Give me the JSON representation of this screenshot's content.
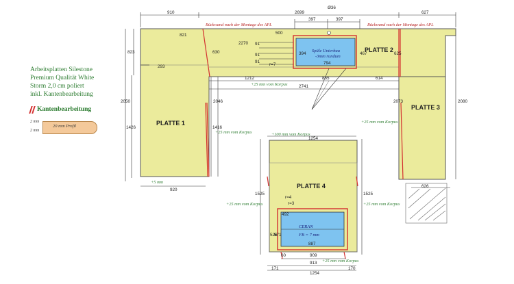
{
  "legend": {
    "lines": [
      "Arbeitsplatten Silestone",
      "Premium Qualität White",
      "Storm 2,0 cm poliert",
      "inkl. Kantenbearbeitung"
    ],
    "edge_title": "Kantenbearbeitung",
    "profile_thickness_top": "2 mm",
    "profile_thickness_bottom": "2 mm",
    "profile_label": "20 mm Profil"
  },
  "plates": {
    "p1": "PLATTE 1",
    "p2": "PLATTE 2",
    "p3": "PLATTE 3",
    "p4": "PLATTE 4"
  },
  "notes": {
    "wall_left": "Rückwand nach der Montage des APL",
    "wall_right": "Rückwand nach der Montage des APL",
    "sink_title": "Spüle Unterbau",
    "sink_sub": "-3mm rundum",
    "ceran_title": "CERAN",
    "ceran_sub": "FB = 7 mm",
    "korpus_25a": "+25 mm vom Korpus",
    "korpus_25b": "+25 mm vom Korpus",
    "korpus_25c": "+25 mm vom Korpus",
    "korpus_25d": "+25 mm vom Korpus",
    "korpus_25e": "+25 mm vom Korpus",
    "korpus_25f": "+25 mm vom Korpus",
    "korpus_100": "+100 mm vom Korpus",
    "plus5": "+5 mm",
    "r7": "r=7",
    "r4": "r=4",
    "r3": "r=3"
  },
  "dims": {
    "d910": "910",
    "d2699": "2699",
    "d627": "627",
    "d36": "Ø36",
    "d397a": "397",
    "d397b": "397",
    "d821": "821",
    "d500": "500",
    "d2270": "2270",
    "d823": "823",
    "d630": "630",
    "d293": "293",
    "d467": "467",
    "d625": "625",
    "d394": "394",
    "d794": "794",
    "d91a": "91",
    "d91b": "91",
    "d91c": "91",
    "d1212": "1212",
    "d865": "865",
    "d614": "614",
    "d2741": "2741",
    "d2050": "2050",
    "d2046": "2046",
    "d1426": "1426",
    "d1416": "1416",
    "d2073": "2073",
    "d2080": "2080",
    "d920": "920",
    "d626": "626",
    "d1254a": "1254",
    "d1525a": "1525",
    "d1525b": "1525",
    "d492": "492",
    "d526": "526",
    "d571": "571",
    "d887": "887",
    "d60": "60",
    "d909": "909",
    "d913": "913",
    "d171": "171",
    "d170": "170",
    "d1254b": "1254"
  },
  "colors": {
    "plate": "#ebeb9c",
    "plate_edge": "#555555",
    "cutout": "#7ec3f0",
    "edge_mark": "#d32f2f"
  }
}
